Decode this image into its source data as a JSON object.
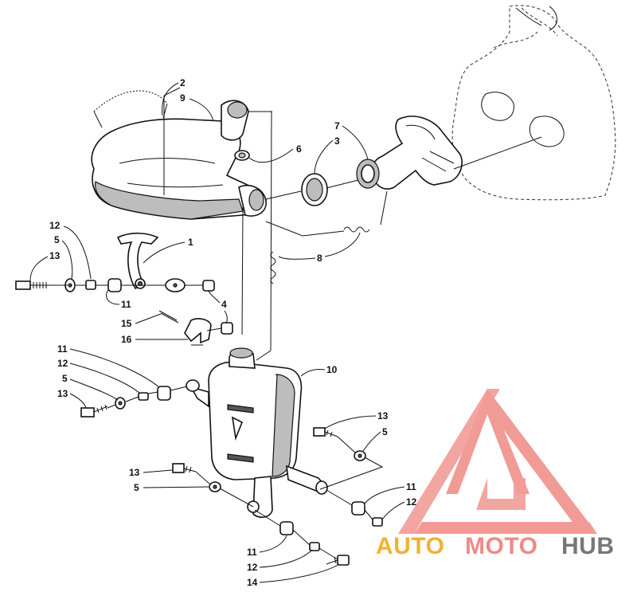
{
  "diagram": {
    "callouts": [
      {
        "id": "c2",
        "text": "2"
      },
      {
        "id": "c9",
        "text": "9"
      },
      {
        "id": "c7",
        "text": "7"
      },
      {
        "id": "c3",
        "text": "3"
      },
      {
        "id": "c6",
        "text": "6"
      },
      {
        "id": "c1",
        "text": "1"
      },
      {
        "id": "c12a",
        "text": "12"
      },
      {
        "id": "c5a",
        "text": "5"
      },
      {
        "id": "c13a",
        "text": "13"
      },
      {
        "id": "c8",
        "text": "8"
      },
      {
        "id": "c11a",
        "text": "11"
      },
      {
        "id": "c4",
        "text": "4"
      },
      {
        "id": "c15",
        "text": "15"
      },
      {
        "id": "c16",
        "text": "16"
      },
      {
        "id": "c10",
        "text": "10"
      },
      {
        "id": "c11b",
        "text": "11"
      },
      {
        "id": "c12b",
        "text": "12"
      },
      {
        "id": "c5b",
        "text": "5"
      },
      {
        "id": "c13b",
        "text": "13"
      },
      {
        "id": "c13c",
        "text": "13"
      },
      {
        "id": "c5c",
        "text": "5"
      },
      {
        "id": "c13d",
        "text": "13"
      },
      {
        "id": "c5d",
        "text": "5"
      },
      {
        "id": "c11c",
        "text": "11"
      },
      {
        "id": "c12c",
        "text": "12"
      },
      {
        "id": "c11d",
        "text": "11"
      },
      {
        "id": "c12d",
        "text": "12"
      },
      {
        "id": "c14",
        "text": "14"
      }
    ]
  },
  "watermark": {
    "part1": "AUTO",
    "part2": "MOTO",
    "part3": "HUB",
    "colors": {
      "auto": "#f2b134",
      "moto": "#ef8a86",
      "hub": "#777777",
      "logo": "#ef8a86"
    }
  }
}
